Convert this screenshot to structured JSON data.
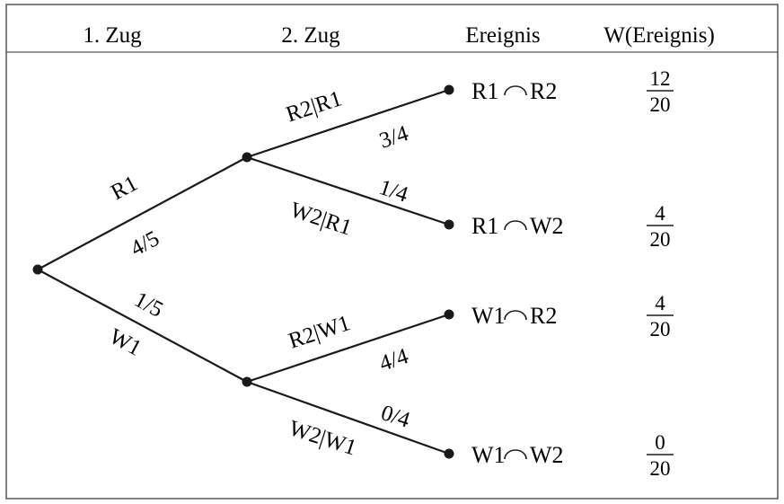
{
  "header": {
    "col1": "1. Zug",
    "col2": "2. Zug",
    "col3": "Ereignis",
    "col4": "W(Ereignis)"
  },
  "branches": {
    "r1": {
      "label": "R1",
      "prob": "4/5"
    },
    "w1": {
      "label": "W1",
      "prob": "1/5"
    },
    "r2_r1": {
      "label": "R2|R1",
      "prob": "3/4"
    },
    "w2_r1": {
      "label": "W2|R1",
      "prob": "1/4"
    },
    "r2_w1": {
      "label": "R2|W1",
      "prob": "4/4"
    },
    "w2_w1": {
      "label": "W2|W1",
      "prob": "0/4"
    }
  },
  "events": [
    {
      "first": "R1",
      "second": "R2",
      "num": "12",
      "den": "20"
    },
    {
      "first": "R1",
      "second": "W2",
      "num": "4",
      "den": "20"
    },
    {
      "first": "W1",
      "second": "R2",
      "num": "4",
      "den": "20"
    },
    {
      "first": "W1",
      "second": "W2",
      "num": "0",
      "den": "20"
    }
  ],
  "colors": {
    "ink": "#1a1a1a",
    "border": "#555555"
  }
}
